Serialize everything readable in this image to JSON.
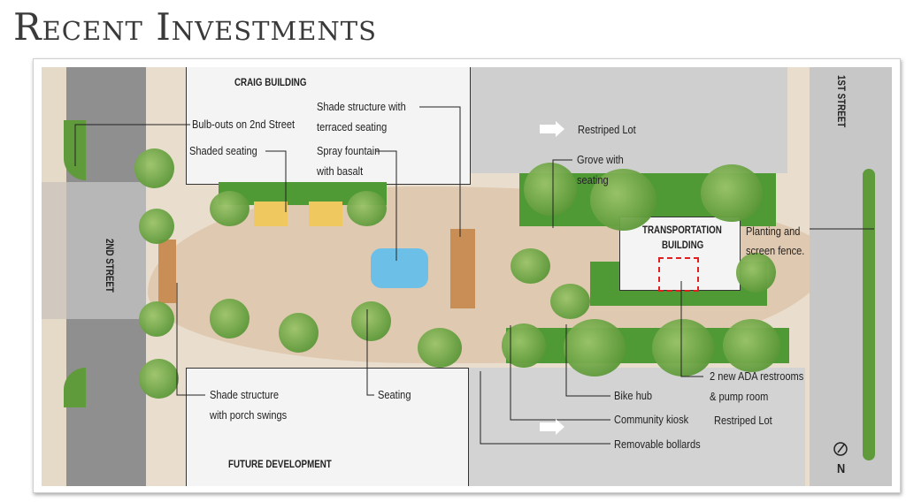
{
  "slide_title": "Recent Investments",
  "buildings": {
    "craig": "CRAIG BUILDING",
    "future": "FUTURE DEVELOPMENT",
    "transportation": [
      "TRANSPORTATION",
      "BUILDING"
    ],
    "second_street": "2ND STREET",
    "first_street": "1ST STREET"
  },
  "callouts": {
    "bulb_outs": "Bulb-outs on 2nd Street",
    "shaded_seating": "Shaded seating",
    "shade_terraced": [
      "Shade structure with",
      "terraced seating"
    ],
    "spray_fountain": [
      "Spray fountain",
      "with basalt"
    ],
    "restriped_lot_top": "Restriped Lot",
    "grove": [
      "Grove with",
      "seating"
    ],
    "planting": [
      "Planting and",
      "screen fence."
    ],
    "ada": [
      "2 new ADA restrooms",
      "& pump room"
    ],
    "restriped_lot_bottom": "Restriped Lot",
    "bike_hub": "Bike hub",
    "kiosk": "Community kiosk",
    "bollards": "Removable bollards",
    "seating": "Seating",
    "porch_swings": [
      "Shade structure",
      "with porch swings"
    ]
  },
  "north_label": "N",
  "colors": {
    "vegetation": "#5f9a3b",
    "plaza": "#e9decd",
    "path": "#d9b89a",
    "road": "#a3a3a3",
    "restroom_outline": "#e02020",
    "fountain": "#6cc0e8"
  }
}
